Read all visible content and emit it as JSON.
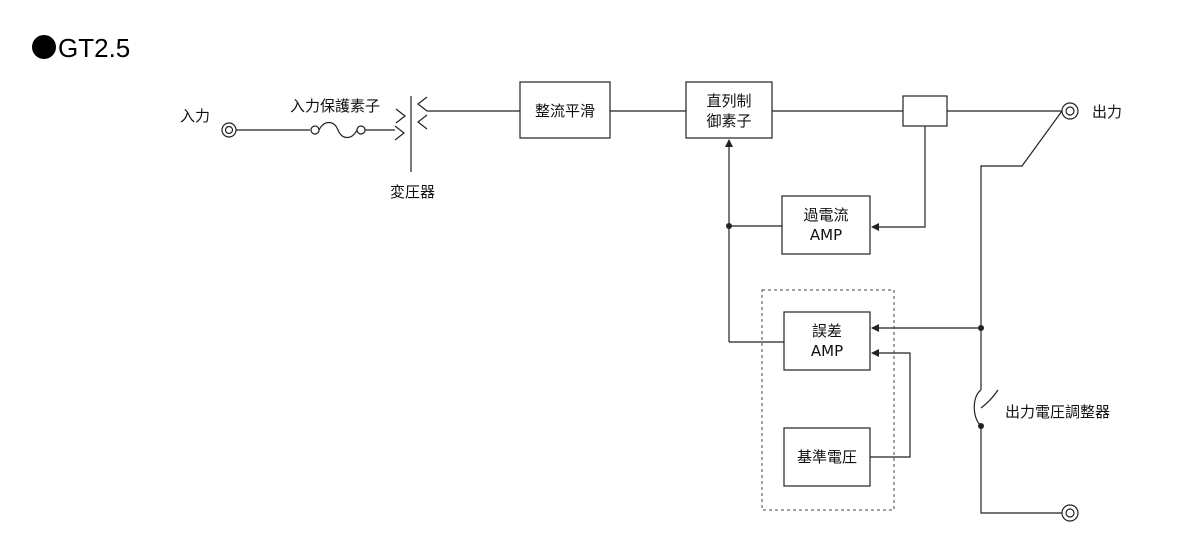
{
  "title": "GT2.5",
  "labels": {
    "input": "入力",
    "input_protection": "入力保護素子",
    "transformer": "変圧器",
    "output": "出力",
    "output_voltage_adjuster": "出力電圧調整器"
  },
  "blocks": {
    "rectifier": [
      "整流平滑"
    ],
    "series_control": [
      "直列制",
      "御素子"
    ],
    "overcurrent_amp": [
      "過電流",
      "AMP"
    ],
    "error_amp": [
      "誤差",
      "AMP"
    ],
    "reference_voltage": [
      "基準電圧"
    ]
  }
}
